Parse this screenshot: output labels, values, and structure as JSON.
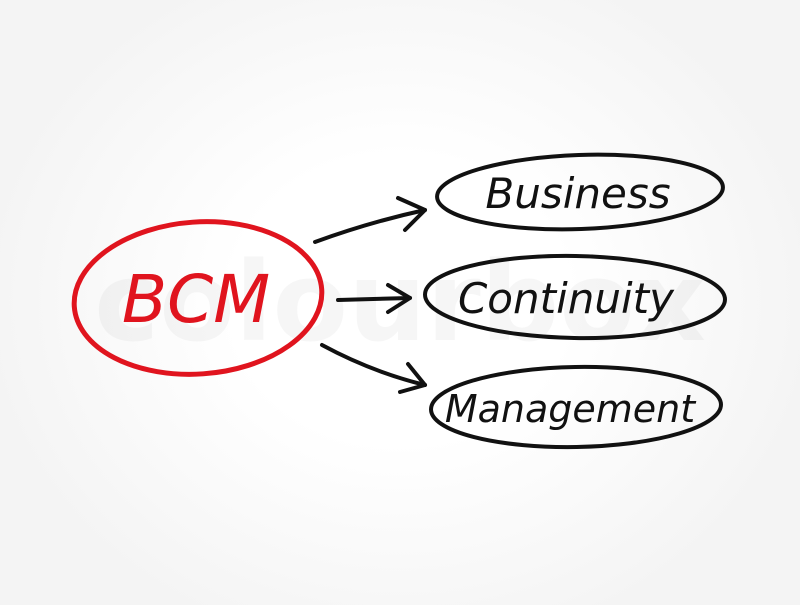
{
  "center": {
    "label": "BCM",
    "color": "#e0141e"
  },
  "terms": [
    {
      "label": "Business"
    },
    {
      "label": "Continuity"
    },
    {
      "label": "Management"
    }
  ],
  "ink_color": "#111111",
  "watermark": "colourbox"
}
